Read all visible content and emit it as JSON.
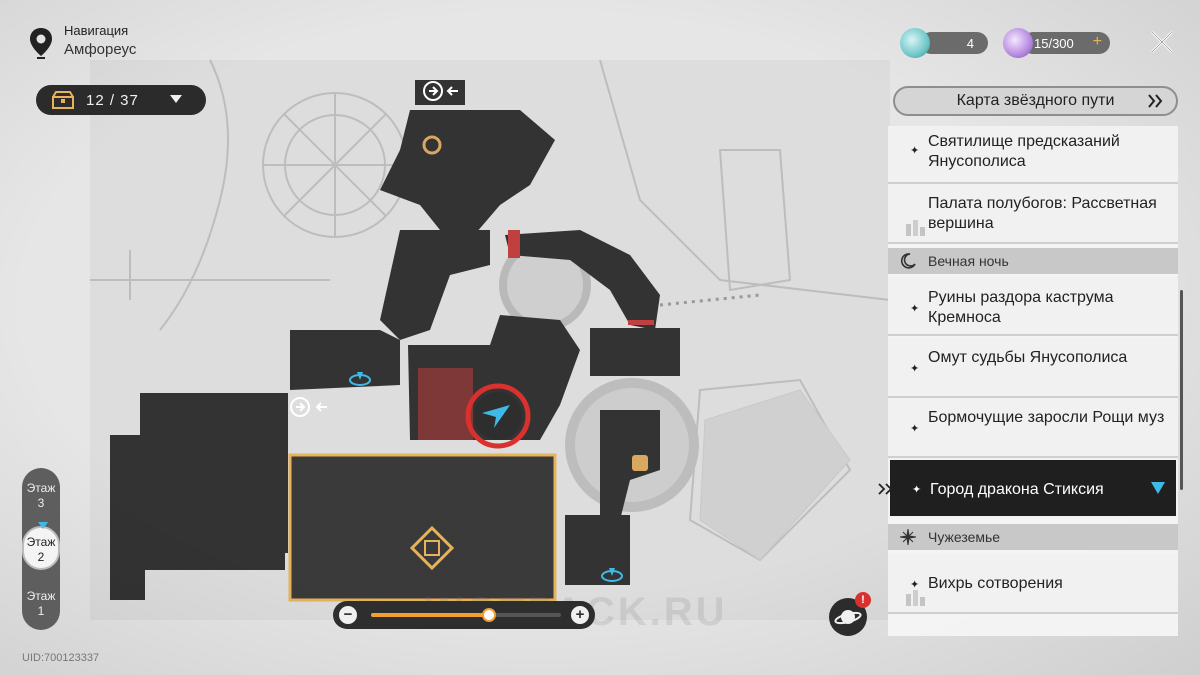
{
  "navigation": {
    "label": "Навигация",
    "region": "Амфореус",
    "pin_icon": "location-pin-icon"
  },
  "chest_counter": {
    "value": "12 / 37",
    "icon": "treasure-chest-icon"
  },
  "resources": [
    {
      "name": "orb-currency",
      "value": "4",
      "color": "#6fc7c9"
    },
    {
      "name": "stamina-currency",
      "value": "15/300",
      "color": "#b58ae0"
    }
  ],
  "star_map_button": {
    "label": "Карта звёздного пути"
  },
  "locations": [
    {
      "label": "Святилище предсказаний Янусополиса",
      "selected": false
    },
    {
      "label": "Палата полубогов: Рассветная вершина",
      "selected": false
    },
    {
      "header": "Вечная ночь",
      "icon": "crescent-moon-icon"
    },
    {
      "label": "Руины раздора каструма Кремноса",
      "selected": false
    },
    {
      "label": "Омут судьбы Янусополиса",
      "selected": false
    },
    {
      "label": "Бормочущие заросли Рощи муз",
      "selected": false
    },
    {
      "label": "Город дракона Стиксия",
      "selected": true
    },
    {
      "header": "Чужеземье",
      "icon": "starburst-icon"
    },
    {
      "label": "Вихрь сотворения",
      "selected": false
    }
  ],
  "floors": [
    {
      "label": "Этаж\n3",
      "active": false
    },
    {
      "label": "Этаж\n2",
      "active": true
    },
    {
      "label": "Этаж\n1",
      "active": false
    }
  ],
  "zoom": {
    "level": 0.62
  },
  "uid": "UID:700123337",
  "watermark": "WOTPACK.RU",
  "colors": {
    "accent_orange": "#f0a030",
    "player_marker": "#3fb9e6",
    "highlight_ring": "#d8312e",
    "selected_row_bg": "#1f1f1f"
  }
}
